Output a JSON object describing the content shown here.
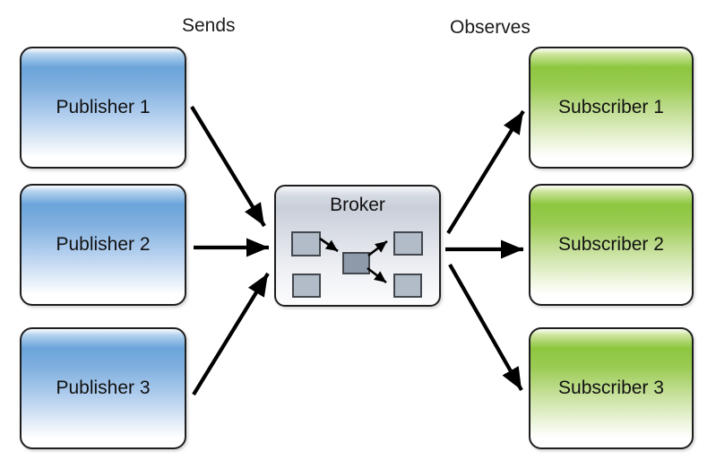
{
  "diagram": {
    "title_hint": "Publish-subscribe broker diagram",
    "labels": {
      "sends": "Sends",
      "observes": "Observes"
    },
    "publishers": [
      {
        "label": "Publisher 1"
      },
      {
        "label": "Publisher 2"
      },
      {
        "label": "Publisher 3"
      }
    ],
    "broker": {
      "title": "Broker",
      "message_squares": 5,
      "inner_arrows": 3
    },
    "subscribers": [
      {
        "label": "Subscriber 1"
      },
      {
        "label": "Subscriber 2"
      },
      {
        "label": "Subscriber 3"
      }
    ],
    "connections": [
      {
        "from": "Publisher 1",
        "to": "Broker",
        "relation": "sends"
      },
      {
        "from": "Publisher 2",
        "to": "Broker",
        "relation": "sends"
      },
      {
        "from": "Publisher 3",
        "to": "Broker",
        "relation": "sends"
      },
      {
        "from": "Broker",
        "to": "Subscriber 1",
        "relation": "observes"
      },
      {
        "from": "Broker",
        "to": "Subscriber 2",
        "relation": "observes"
      },
      {
        "from": "Broker",
        "to": "Subscriber 3",
        "relation": "observes"
      }
    ],
    "colors": {
      "publisher_fill": "#6ba4da",
      "subscriber_fill": "#8dc63f",
      "broker_fill": "#c9cfd9",
      "message_square_fill": "#b2bcc9",
      "message_square_center_fill": "#8e99a9",
      "arrow": "#000000",
      "border": "#1e1e1e",
      "background": "#ffffff"
    }
  }
}
